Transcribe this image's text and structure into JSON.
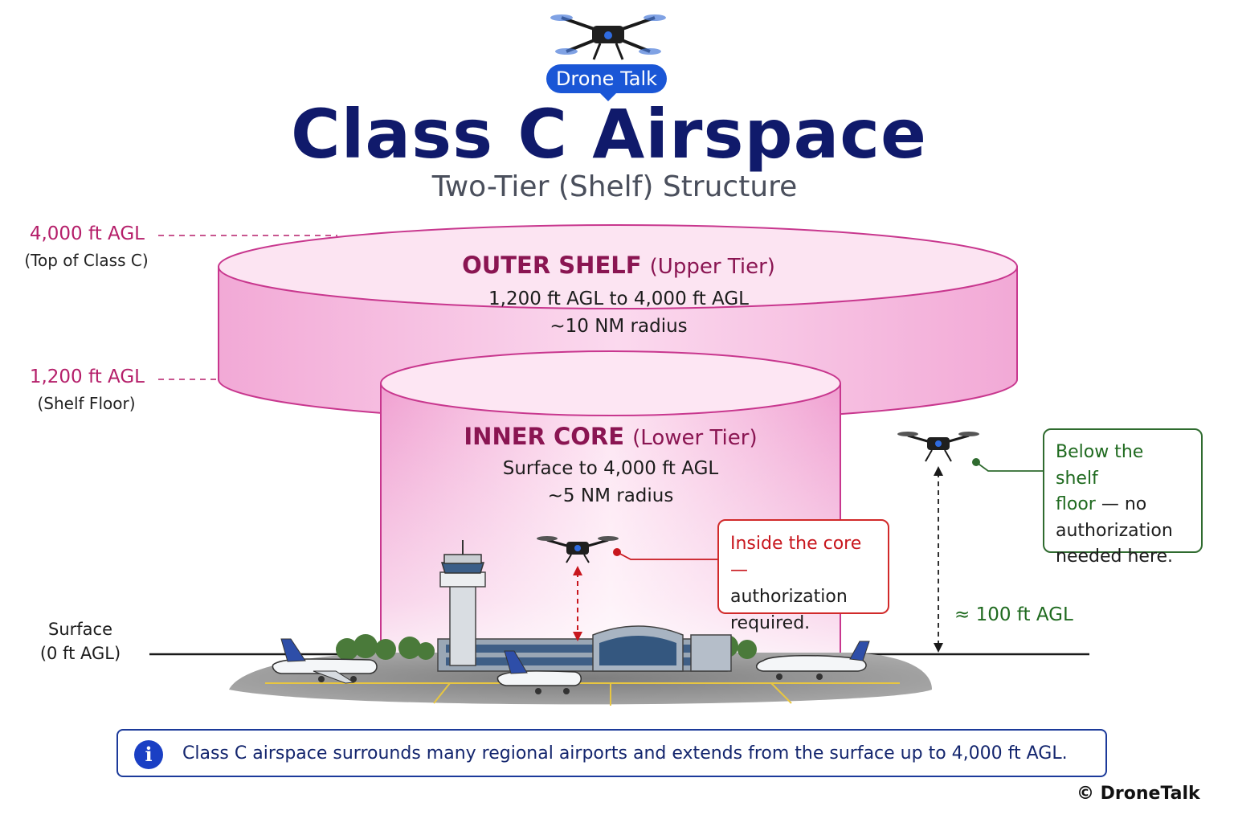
{
  "brand": {
    "badge": "Drone Talk"
  },
  "header": {
    "title": "Class C Airspace",
    "subtitle": "Two-Tier (Shelf) Structure"
  },
  "altitudes": {
    "top": {
      "label": "4,000 ft AGL",
      "sub": "(Top of Class C)"
    },
    "shelf": {
      "label": "1,200 ft AGL",
      "sub": "(Shelf Floor)"
    },
    "surface": {
      "line1": "Surface",
      "line2": "(0 ft AGL)"
    }
  },
  "outer_shelf": {
    "name": "OUTER SHELF",
    "tier": "(Upper Tier)",
    "range": "1,200 ft AGL to 4,000 ft AGL",
    "radius": "~10 NM radius"
  },
  "inner_core": {
    "name": "INNER CORE",
    "tier": "(Lower Tier)",
    "range": "Surface to 4,000 ft AGL",
    "radius": "~5 NM radius"
  },
  "callouts": {
    "inside": {
      "highlight": "Inside the core —",
      "line2": "authorization",
      "line3": "required."
    },
    "below": {
      "line1": "Below the shelf",
      "line2_hl": "floor",
      "line2_rest": " — no",
      "line3": "authorization",
      "line4": "needed here."
    },
    "agl_100": "≈ 100 ft AGL"
  },
  "footer": {
    "info": "Class C airspace surrounds many regional airports and extends from the surface up to 4,000 ft AGL.",
    "copyright": "© DroneTalk"
  },
  "colors": {
    "title": "#101a6b",
    "accent_pink": "#b51f6a",
    "airspace_fill": "#f3b6dc",
    "warning_red": "#d12a2a",
    "ok_green": "#2f6b2f",
    "badge_blue": "#1a56d6"
  },
  "icons": [
    "drone-icon",
    "control-tower-icon",
    "airplane-icon",
    "info-icon"
  ]
}
